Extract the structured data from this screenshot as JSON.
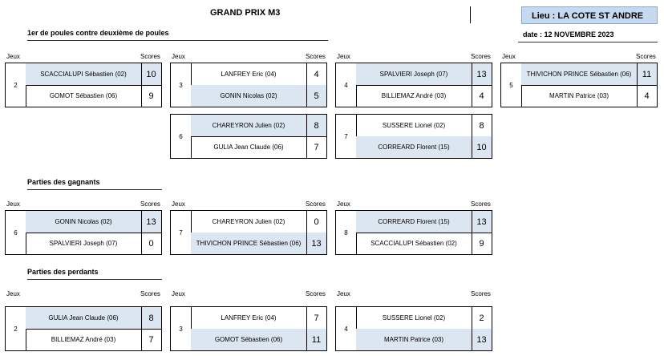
{
  "header": {
    "title": "GRAND PRIX M3",
    "lieu": "Lieu : LA COTE ST ANDRE",
    "date": "date :  12 NOVEMBRE 2023"
  },
  "labels": {
    "jeux": "Jeux",
    "scores": "Scores"
  },
  "sections": [
    {
      "title": "1er de poules contre deuxième de poules",
      "matches": [
        {
          "num": "2",
          "p1": "SCACCIALUPI Sébastien (02)",
          "s1": "10",
          "p2": "GOMOT Sébastien (06)",
          "s2": "9",
          "winner": 1
        },
        {
          "num": "3",
          "p1": "LANFREY Eric (04)",
          "s1": "4",
          "p2": "GONIN Nicolas (02)",
          "s2": "5",
          "winner": 2
        },
        {
          "num": "4",
          "p1": "SPALVIERI Joseph (07)",
          "s1": "13",
          "p2": "BILLIEMAZ André (03)",
          "s2": "4",
          "winner": 1
        },
        {
          "num": "5",
          "p1": "THIVICHON PRINCE Sébastien (06)",
          "s1": "11",
          "p2": "MARTIN Patrice (03)",
          "s2": "4",
          "winner": 1
        },
        {
          "num": "6",
          "p1": "CHAREYRON Julien (02)",
          "s1": "8",
          "p2": "GULIA Jean Claude (06)",
          "s2": "7",
          "winner": 1
        },
        {
          "num": "7",
          "p1": "SUSSERE Lionel (02)",
          "s1": "8",
          "p2": "CORREARD Florent (15)",
          "s2": "10",
          "winner": 2
        }
      ]
    },
    {
      "title": "Parties des gagnants",
      "matches": [
        {
          "num": "6",
          "p1": "GONIN Nicolas (02)",
          "s1": "13",
          "p2": "SPALVIERI Joseph (07)",
          "s2": "0",
          "winner": 1
        },
        {
          "num": "7",
          "p1": "CHAREYRON Julien (02)",
          "s1": "0",
          "p2": "THIVICHON PRINCE Sébastien (06)",
          "s2": "13",
          "winner": 2
        },
        {
          "num": "8",
          "p1": "CORREARD Florent (15)",
          "s1": "13",
          "p2": "SCACCIALUPI Sébastien (02)",
          "s2": "9",
          "winner": 1
        }
      ]
    },
    {
      "title": "Parties des perdants",
      "matches": [
        {
          "num": "2",
          "p1": "GULIA Jean Claude (06)",
          "s1": "8",
          "p2": "BILLIEMAZ André (03)",
          "s2": "7",
          "winner": 1
        },
        {
          "num": "3",
          "p1": "LANFREY Eric (04)",
          "s1": "7",
          "p2": "GOMOT Sébastien (06)",
          "s2": "11",
          "winner": 2
        },
        {
          "num": "4",
          "p1": "SUSSERE Lionel (02)",
          "s1": "2",
          "p2": "MARTIN Patrice (03)",
          "s2": "13",
          "winner": 2
        }
      ]
    }
  ]
}
